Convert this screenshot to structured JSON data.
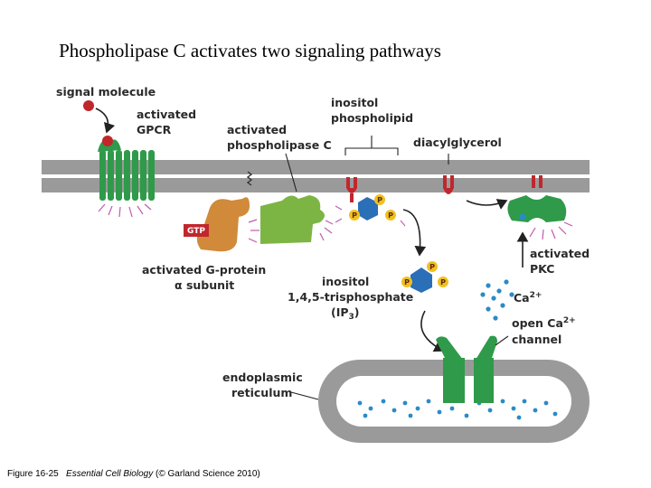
{
  "title": "Phospholipase C activates two signaling pathways",
  "labels": {
    "signal_molecule": "signal molecule",
    "activated_gpcr_1": "activated",
    "activated_gpcr_2": "GPCR",
    "activated_plc_1": "activated",
    "activated_plc_2": "phospholipase C",
    "inositol_phospholipid_1": "inositol",
    "inositol_phospholipid_2": "phospholipid",
    "diacylglycerol": "diacylglycerol",
    "gtp": "GTP",
    "g_protein_1": "activated G-protein",
    "g_protein_2": "α subunit",
    "ip3_1": "inositol",
    "ip3_2": "1,4,5-trisphosphate",
    "ip3_3": "(IP",
    "ip3_sub": "3",
    "ip3_close": ")",
    "pkc_1": "activated",
    "pkc_2": "PKC",
    "ca_ion": "Ca",
    "ca_ion_sup": "2+",
    "channel_1": "open Ca",
    "channel_sup": "2+",
    "channel_2": "channel",
    "er_1": "endoplasmic",
    "er_2": "reticulum",
    "phosphate": "P"
  },
  "caption": {
    "prefix": "Figure 16-25",
    "book": "Essential Cell Biology",
    "suffix": "(© Garland Science 2010)"
  },
  "colors": {
    "membrane": "#9a9a9a",
    "gpcr": "#2f9a4a",
    "plc": "#7cb544",
    "g_protein": "#d08a3a",
    "gtp_tag": "#c0272d",
    "inositol_head": "#2a6fb8",
    "phosphate": "#f0c020",
    "lipid_head": "#c0272d",
    "calcium": "#2a8ac8",
    "er_membrane": "#9a9a9a",
    "activation_rays": "#c05ab0"
  }
}
